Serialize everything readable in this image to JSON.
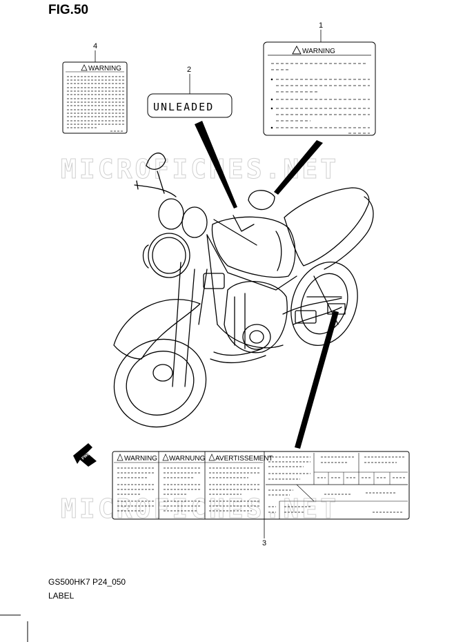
{
  "figure": {
    "title": "FIG.50",
    "part_code": "GS500HK7 P24_050",
    "part_name": "LABEL"
  },
  "callouts": [
    "1",
    "2",
    "3",
    "4"
  ],
  "labels": {
    "unleaded": "UNLEADED",
    "warning": "WARNING",
    "warnung": "WARNUNG",
    "avertissement": "AVERTISSEMENT"
  },
  "watermark": "MICROFICHES.NET",
  "fwd_label": "FWD"
}
